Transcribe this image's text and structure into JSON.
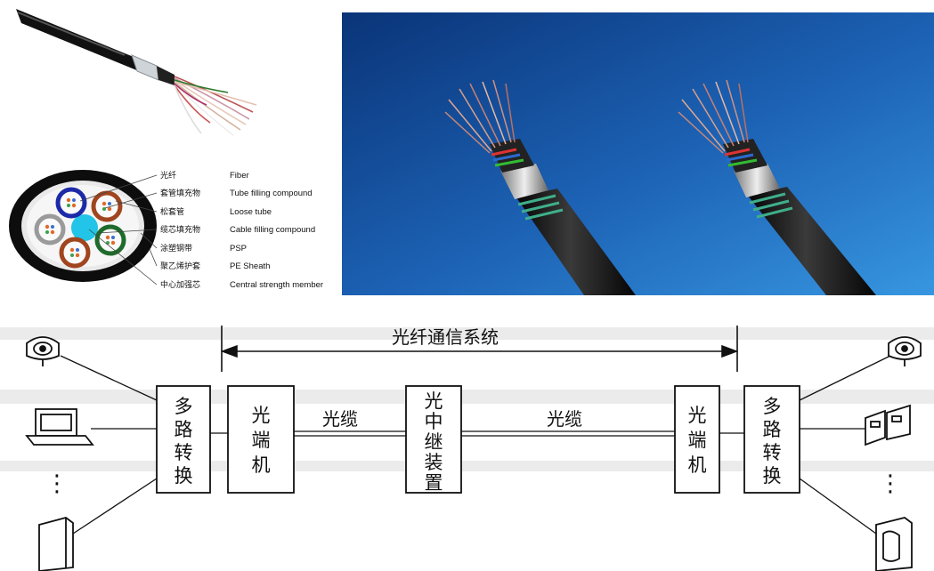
{
  "cross_section_legend": [
    {
      "cn": "光纤",
      "en": "Fiber"
    },
    {
      "cn": "套管填充物",
      "en": "Tube filling compound"
    },
    {
      "cn": "松套管",
      "en": "Loose tube"
    },
    {
      "cn": "缆芯填充物",
      "en": "Cable filling compound"
    },
    {
      "cn": "涂塑钢带",
      "en": "PSP"
    },
    {
      "cn": "聚乙烯护套",
      "en": "PE Sheath"
    },
    {
      "cn": "中心加强芯",
      "en": "Central strength member"
    }
  ],
  "system_diagram": {
    "title": "光纤通信系统",
    "left_mux": [
      "多",
      "路",
      "转",
      "换"
    ],
    "left_terminal": [
      "光",
      "端",
      "机"
    ],
    "repeater": [
      "光",
      "中",
      "继",
      "装",
      "置"
    ],
    "right_terminal": [
      "光",
      "端",
      "机"
    ],
    "right_mux": [
      "多",
      "路",
      "转",
      "换"
    ],
    "cable_label_1": "光缆",
    "cable_label_2": "光缆",
    "ellipsis": "⋮"
  },
  "colors": {
    "photo_bg_dark": "#0b3f8a",
    "photo_bg_light": "#2f86d4",
    "cable_jacket": "#111111",
    "armor_band": "#3fae8a"
  }
}
